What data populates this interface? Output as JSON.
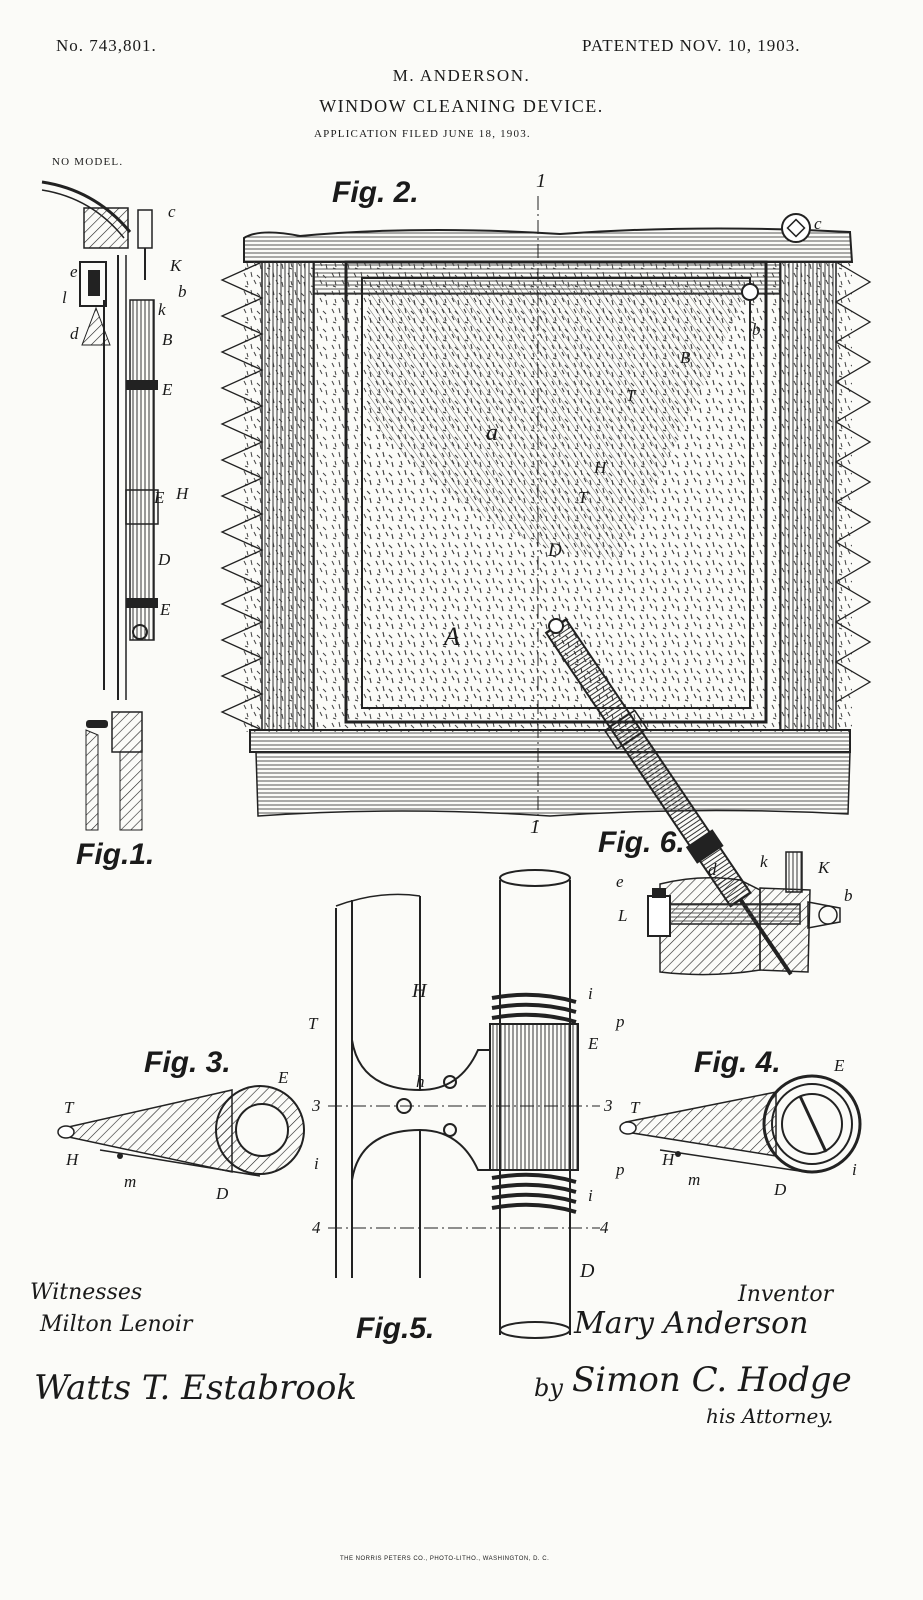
{
  "header": {
    "patent_number": "No. 743,801.",
    "patent_date": "PATENTED NOV. 10, 1903.",
    "inventor_name": "M. ANDERSON.",
    "title": "WINDOW CLEANING DEVICE.",
    "application": "APPLICATION FILED JUNE 18, 1903.",
    "model": "NO MODEL."
  },
  "figures": {
    "fig1": "Fig.1.",
    "fig2": "Fig. 2.",
    "fig3": "Fig. 3.",
    "fig4": "Fig. 4.",
    "fig5": "Fig.5.",
    "fig6": "Fig. 6."
  },
  "labels": {
    "fig1": [
      "c",
      "e",
      "K",
      "l",
      "b",
      "k",
      "d",
      "B",
      "E",
      "E",
      "H",
      "D",
      "E"
    ],
    "fig2": [
      "1",
      "c",
      "b",
      "B",
      "T",
      "a",
      "H",
      "T",
      "D",
      "A",
      "1"
    ],
    "fig3": [
      "T",
      "E",
      "H",
      "m",
      "D",
      "i"
    ],
    "fig4": [
      "T",
      "E",
      "H",
      "m",
      "D",
      "i"
    ],
    "fig5": [
      "T",
      "H",
      "h",
      "i",
      "p",
      "E",
      "3",
      "3",
      "p",
      "i",
      "4",
      "4",
      "D"
    ],
    "fig6": [
      "e",
      "d",
      "k",
      "K",
      "b",
      "L"
    ]
  },
  "signatures": {
    "witnesses_heading": "Witnesses",
    "witness_1": "Milton Lenoir",
    "witness_2": "Watts T. Estabrook",
    "inventor_heading": "Inventor",
    "inventor_signature": "Mary Anderson",
    "by": "by",
    "attorney_signature": "Simon C. Hodge",
    "attorney_label": "his Attorney."
  },
  "footer": {
    "printer": "THE NORRIS PETERS CO., PHOTO-LITHO., WASHINGTON, D. C."
  }
}
